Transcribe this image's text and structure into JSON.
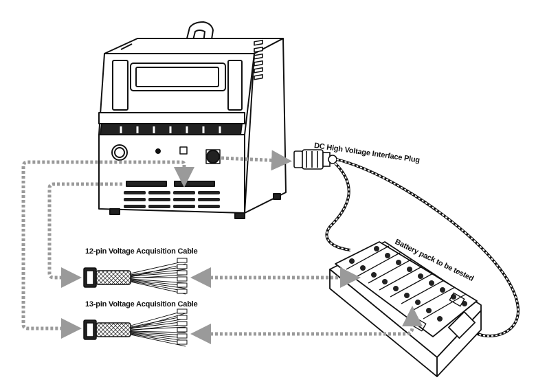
{
  "labels": {
    "plug": "DC High Voltage Interface Plug",
    "pack": "Battery pack to be tested",
    "cable12": "12-pin Voltage Acquisition Cable",
    "cable13": "13-pin Voltage Acquisition Cable"
  },
  "colors": {
    "line": "#111111",
    "dotted_arrow": "#9a9a9a",
    "fill": "#ffffff"
  },
  "icons": [
    "tester-device",
    "dc-plug",
    "battery-pack",
    "cable-connector",
    "dotted-arrow"
  ]
}
